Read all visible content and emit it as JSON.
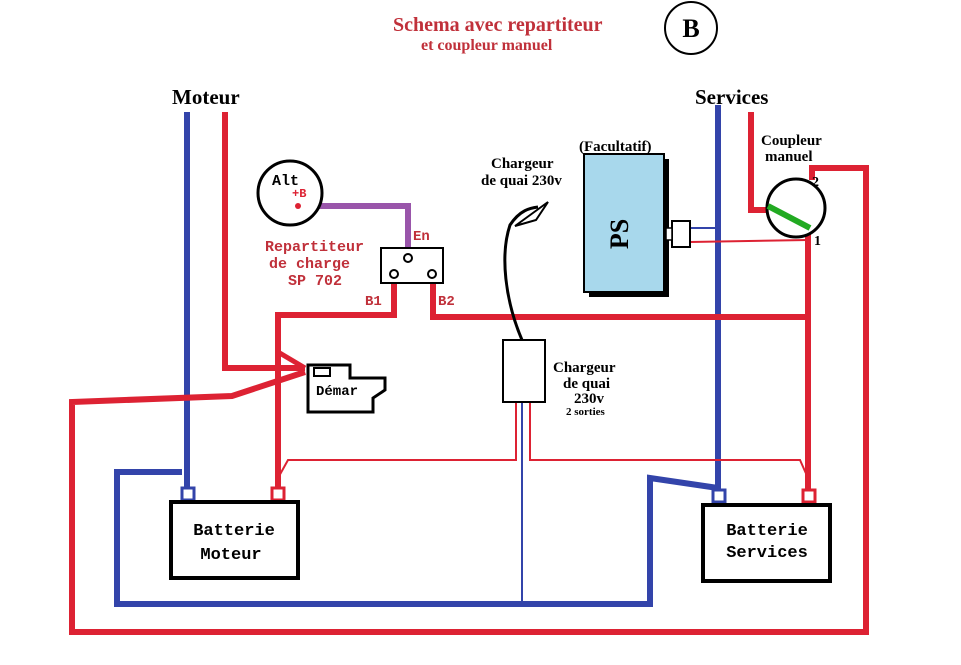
{
  "title": {
    "line1": "Schema avec repartiteur",
    "line2": "et coupleur manuel",
    "badge": "B"
  },
  "labels": {
    "moteur": "Moteur",
    "services": "Services",
    "coupleur": "Coupleur",
    "coupleur_sub": "manuel",
    "chargeur_quai_top_1": "Chargeur",
    "chargeur_quai_top_2": "de quai 230v",
    "facultatif": "(Facultatif)",
    "ps": "PS",
    "alt": "Alt",
    "alt_plus": "+B",
    "en": "En",
    "repartiteur_1": "Repartiteur",
    "repartiteur_2": "de charge",
    "repartiteur_3": "SP 702",
    "b1": "B1",
    "b2": "B2",
    "demar": "Démar",
    "chargeur_box_1": "Chargeur",
    "chargeur_box_2": "de quai",
    "chargeur_box_3": "230v",
    "chargeur_box_4": "2 sorties",
    "switch_pos_2": "2",
    "switch_pos_1": "1",
    "batterie_moteur_1": "Batterie",
    "batterie_moteur_2": "Moteur",
    "batterie_services_1": "Batterie",
    "batterie_services_2": "Services"
  },
  "colors": {
    "positive_wire": "#dd2233",
    "negative_wire": "#3344aa",
    "alt_wire": "#9955aa",
    "title_red": "#c0303a",
    "ps_fill": "#a8d8ec",
    "switch_green": "#22aa22"
  }
}
